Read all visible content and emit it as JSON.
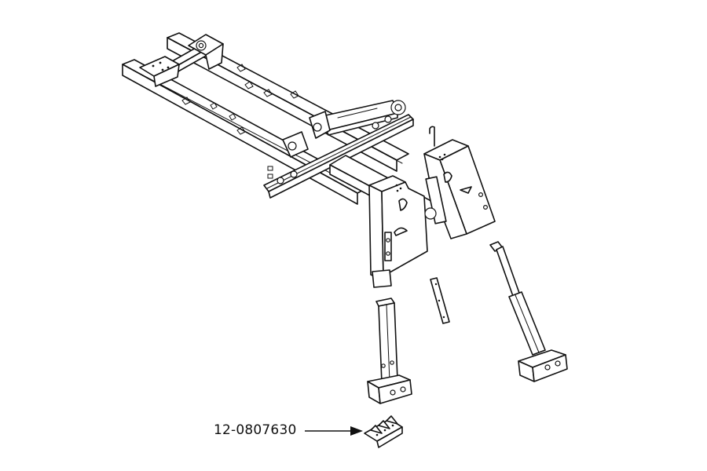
{
  "diagram": {
    "type": "exploded parts view",
    "subject": "trailer / implement frame with legs",
    "background": "#ffffff",
    "line_color": "#111111",
    "callouts": [
      {
        "part_number": "12-0807630",
        "points_to": "foot-pad-part",
        "arrow_direction": "right"
      }
    ],
    "components": [
      "main-frame-rails",
      "hydraulic-cylinder",
      "cross-beam",
      "left-leg-mount",
      "right-leg-mount",
      "left-leg-tube",
      "splice-plate",
      "right-jack-cylinder",
      "foot-pad-part"
    ]
  }
}
